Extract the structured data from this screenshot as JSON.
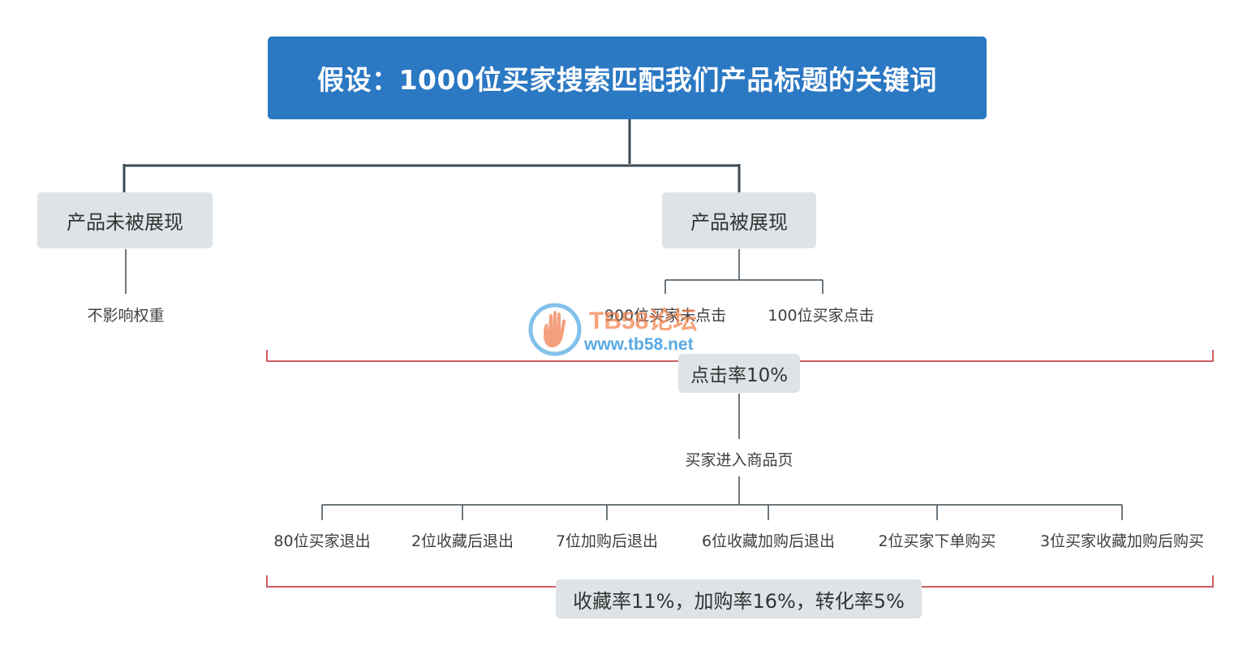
{
  "root": {
    "title": "假设：1000位买家搜索匹配我们产品标题的关键词"
  },
  "branches": {
    "not_shown": {
      "label": "产品未被展现",
      "result": "不影响权重"
    },
    "shown": {
      "label": "产品被展现",
      "children": [
        "900位买家未点击",
        "100位买家点击"
      ]
    }
  },
  "click_rate": {
    "label": "点击率10%"
  },
  "enter_page": {
    "label": "买家进入商品页"
  },
  "outcomes": [
    "80位买家退出",
    "2位收藏后退出",
    "7位加购后退出",
    "6位收藏加购后退出",
    "2位买家下单购买",
    "3位买家收藏加购后购买"
  ],
  "summary": {
    "label": "收藏率11%，加购率16%，转化率5%"
  },
  "watermark": {
    "title": "TB58论坛",
    "url": "www.tb58.net"
  },
  "colors": {
    "root_fill": "#2b78c3",
    "box_fill": "#dde3e6",
    "connector": "#3d4a52",
    "bracket": "#c0282e",
    "watermark_title": "#f3814a",
    "watermark_url": "#3b9ce0"
  }
}
